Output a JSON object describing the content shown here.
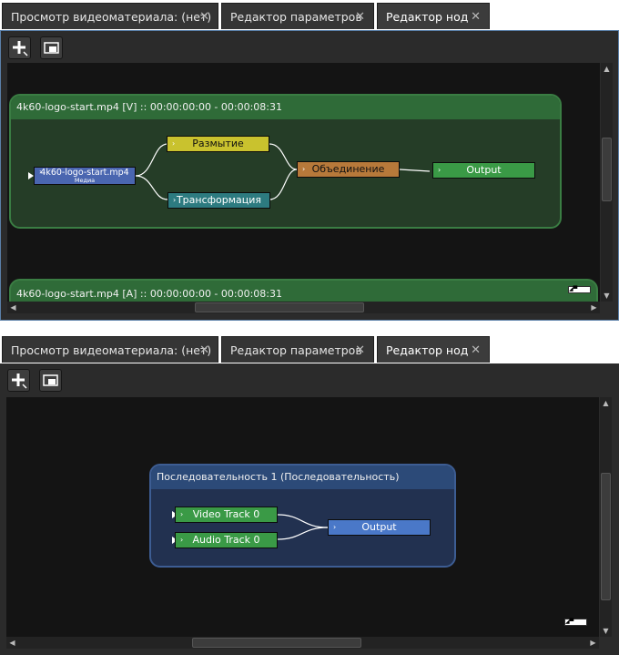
{
  "tabs": [
    {
      "label": "Просмотр видеоматериала: (нет)",
      "close_icon": "close-icon"
    },
    {
      "label": "Редактор параметров",
      "close_icon": "close-icon"
    },
    {
      "label": "Редактор нод",
      "close_icon": "close-icon"
    }
  ],
  "toolbar": {
    "add_icon": "add-node-icon",
    "view_icon": "fit-view-icon"
  },
  "panel1": {
    "group_video_title": "4k60-logo-start.mp4 [V] :: 00:00:00:00 - 00:00:08:31",
    "group_audio_title": "4k60-logo-start.mp4 [A] :: 00:00:00:00 - 00:00:08:31",
    "nodes": {
      "media": {
        "label": "4k60-logo-start.mp4",
        "sublabel": "Медиа"
      },
      "blur": {
        "label": "Размытие"
      },
      "transform": {
        "label": "Трансформация"
      },
      "merge": {
        "label": "Объединение"
      },
      "output": {
        "label": "Output"
      }
    }
  },
  "panel2": {
    "group_title": "Последовательность 1 (Последовательность)",
    "nodes": {
      "video": {
        "label": "Video Track 0"
      },
      "audio": {
        "label": "Audio Track 0"
      },
      "output": {
        "label": "Output"
      }
    }
  },
  "colors": {
    "group_green": "#2f6b38",
    "group_blue": "#2c4a78",
    "node_media": "#4a66b0",
    "node_blur": "#c9c22e",
    "node_transform": "#2d7b80",
    "node_merge": "#b7793a",
    "node_output_green": "#3a9a46",
    "node_output_blue": "#4a78c8"
  }
}
